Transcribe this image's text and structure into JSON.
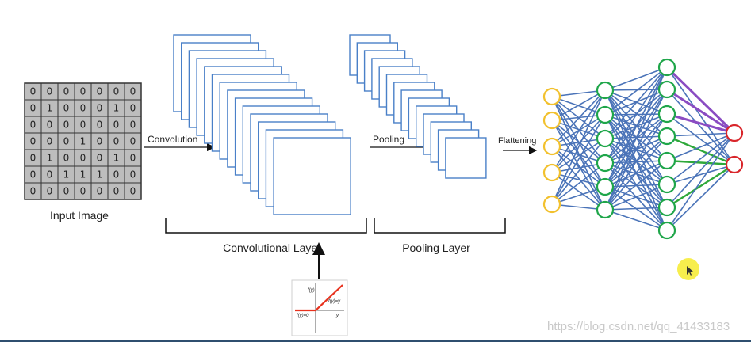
{
  "labels": {
    "input_image": "Input Image",
    "convolution": "Convolution",
    "pooling": "Pooling",
    "flattening": "Flattening",
    "convolutional_layer": "Convolutional Layer",
    "pooling_layer": "Pooling Layer"
  },
  "relu": {
    "fy": "f(y)",
    "fy_eq_y": "f(y)=y",
    "fy_eq_0": "f(y)=0",
    "y": "y",
    "line_color": "#e8321e"
  },
  "input_matrix": [
    [
      "0",
      "0",
      "0",
      "0",
      "0",
      "0",
      "0"
    ],
    [
      "0",
      "1",
      "0",
      "0",
      "0",
      "1",
      "0"
    ],
    [
      "0",
      "0",
      "0",
      "0",
      "0",
      "0",
      "0"
    ],
    [
      "0",
      "0",
      "0",
      "1",
      "0",
      "0",
      "0"
    ],
    [
      "0",
      "1",
      "0",
      "0",
      "0",
      "1",
      "0"
    ],
    [
      "0",
      "0",
      "1",
      "1",
      "1",
      "0",
      "0"
    ],
    [
      "0",
      "0",
      "0",
      "0",
      "0",
      "0",
      "0"
    ]
  ],
  "network": {
    "input_nodes": 5,
    "hidden1_nodes": 6,
    "hidden2_nodes": 8,
    "output_nodes": 2,
    "colors": {
      "input": "#f2c12e",
      "hidden": "#1fa64a",
      "output": "#d9262b",
      "edge": "#4a73b8",
      "edge_purple": "#8a4cc2",
      "edge_green": "#2ea83a"
    }
  },
  "feature_map_color": "#4a80c8",
  "watermark": "https://blog.csdn.net/qq_41433183"
}
